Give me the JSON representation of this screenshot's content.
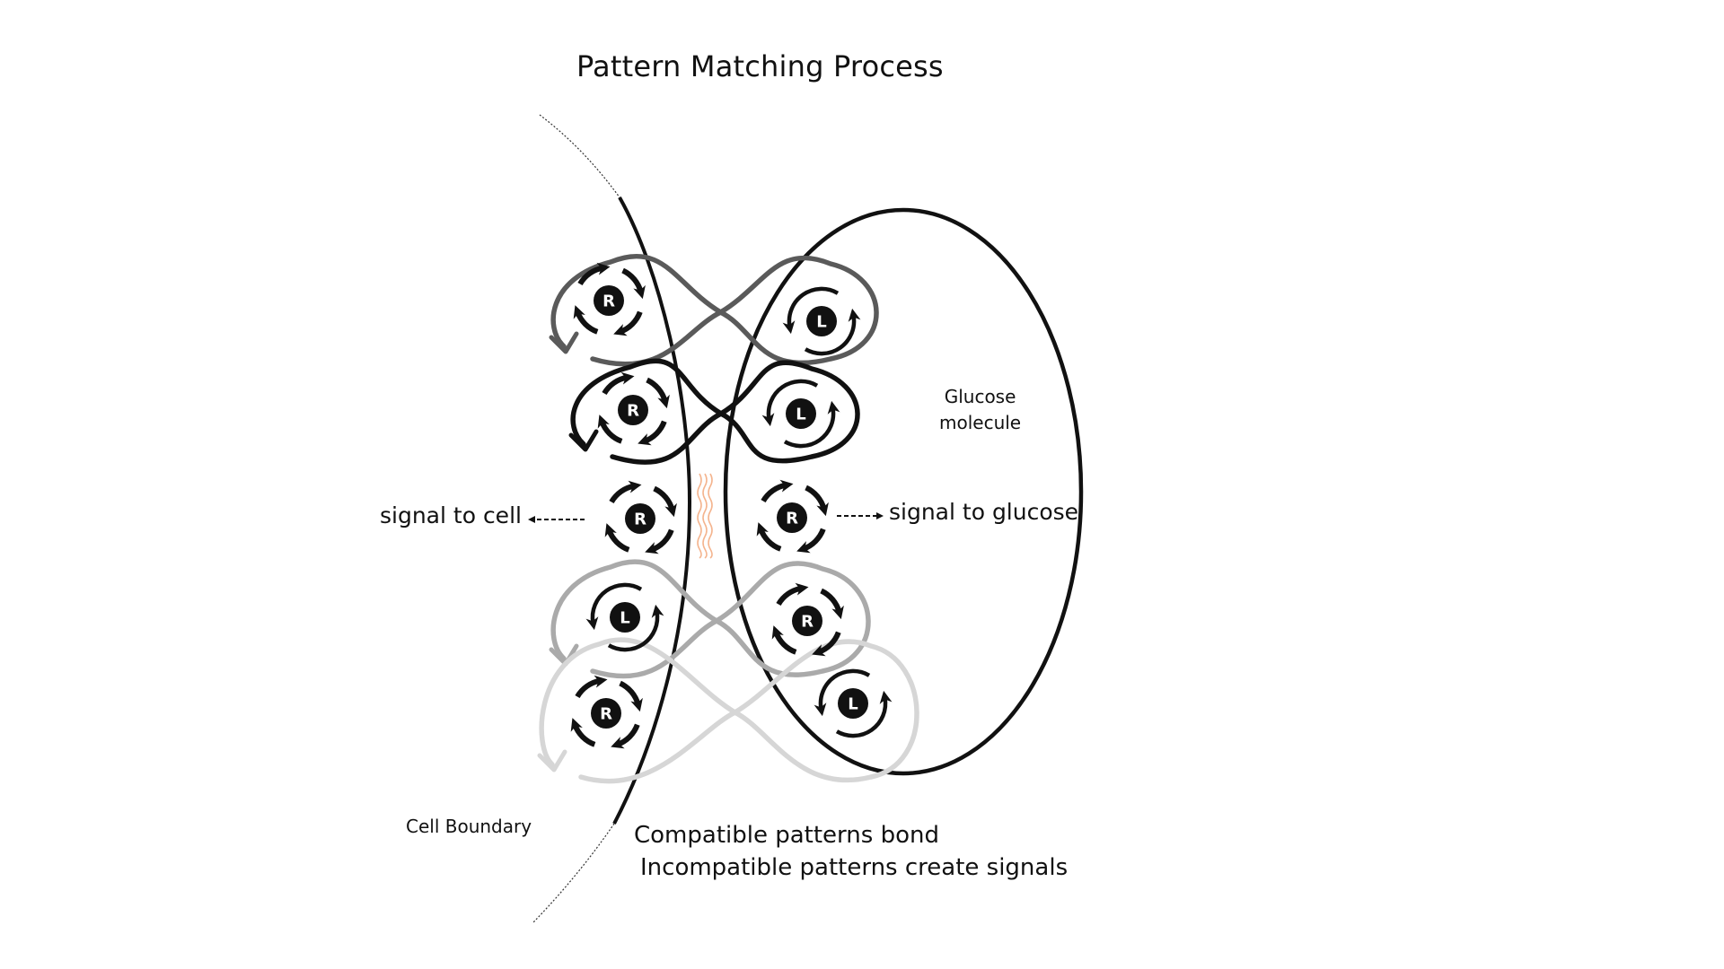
{
  "title": "Pattern Matching Process",
  "labels": {
    "glucose_line1": "Glucose",
    "glucose_line2": "molecule",
    "signal_to_cell": "signal to cell",
    "signal_to_glucose": "signal to glucose",
    "cell_boundary": "Cell Boundary",
    "caption_line1": "Compatible patterns bond",
    "caption_line2": "Incompatible patterns create signals"
  },
  "colors": {
    "ink": "#111111",
    "loop_row1": "#5a5a5a",
    "loop_row2": "#111111",
    "loop_row4": "#aaaaaa",
    "loop_row5": "#d6d6d6",
    "interaction_waves": "#f4b48e"
  },
  "rows": [
    {
      "id": "row1",
      "left": "R",
      "right": "L",
      "bonded": true
    },
    {
      "id": "row2",
      "left": "R",
      "right": "L",
      "bonded": true
    },
    {
      "id": "row3",
      "left": "R",
      "right": "R",
      "bonded": false
    },
    {
      "id": "row4",
      "left": "L",
      "right": "R",
      "bonded": true
    },
    {
      "id": "row5",
      "left": "R",
      "right": "L",
      "bonded": true
    }
  ]
}
